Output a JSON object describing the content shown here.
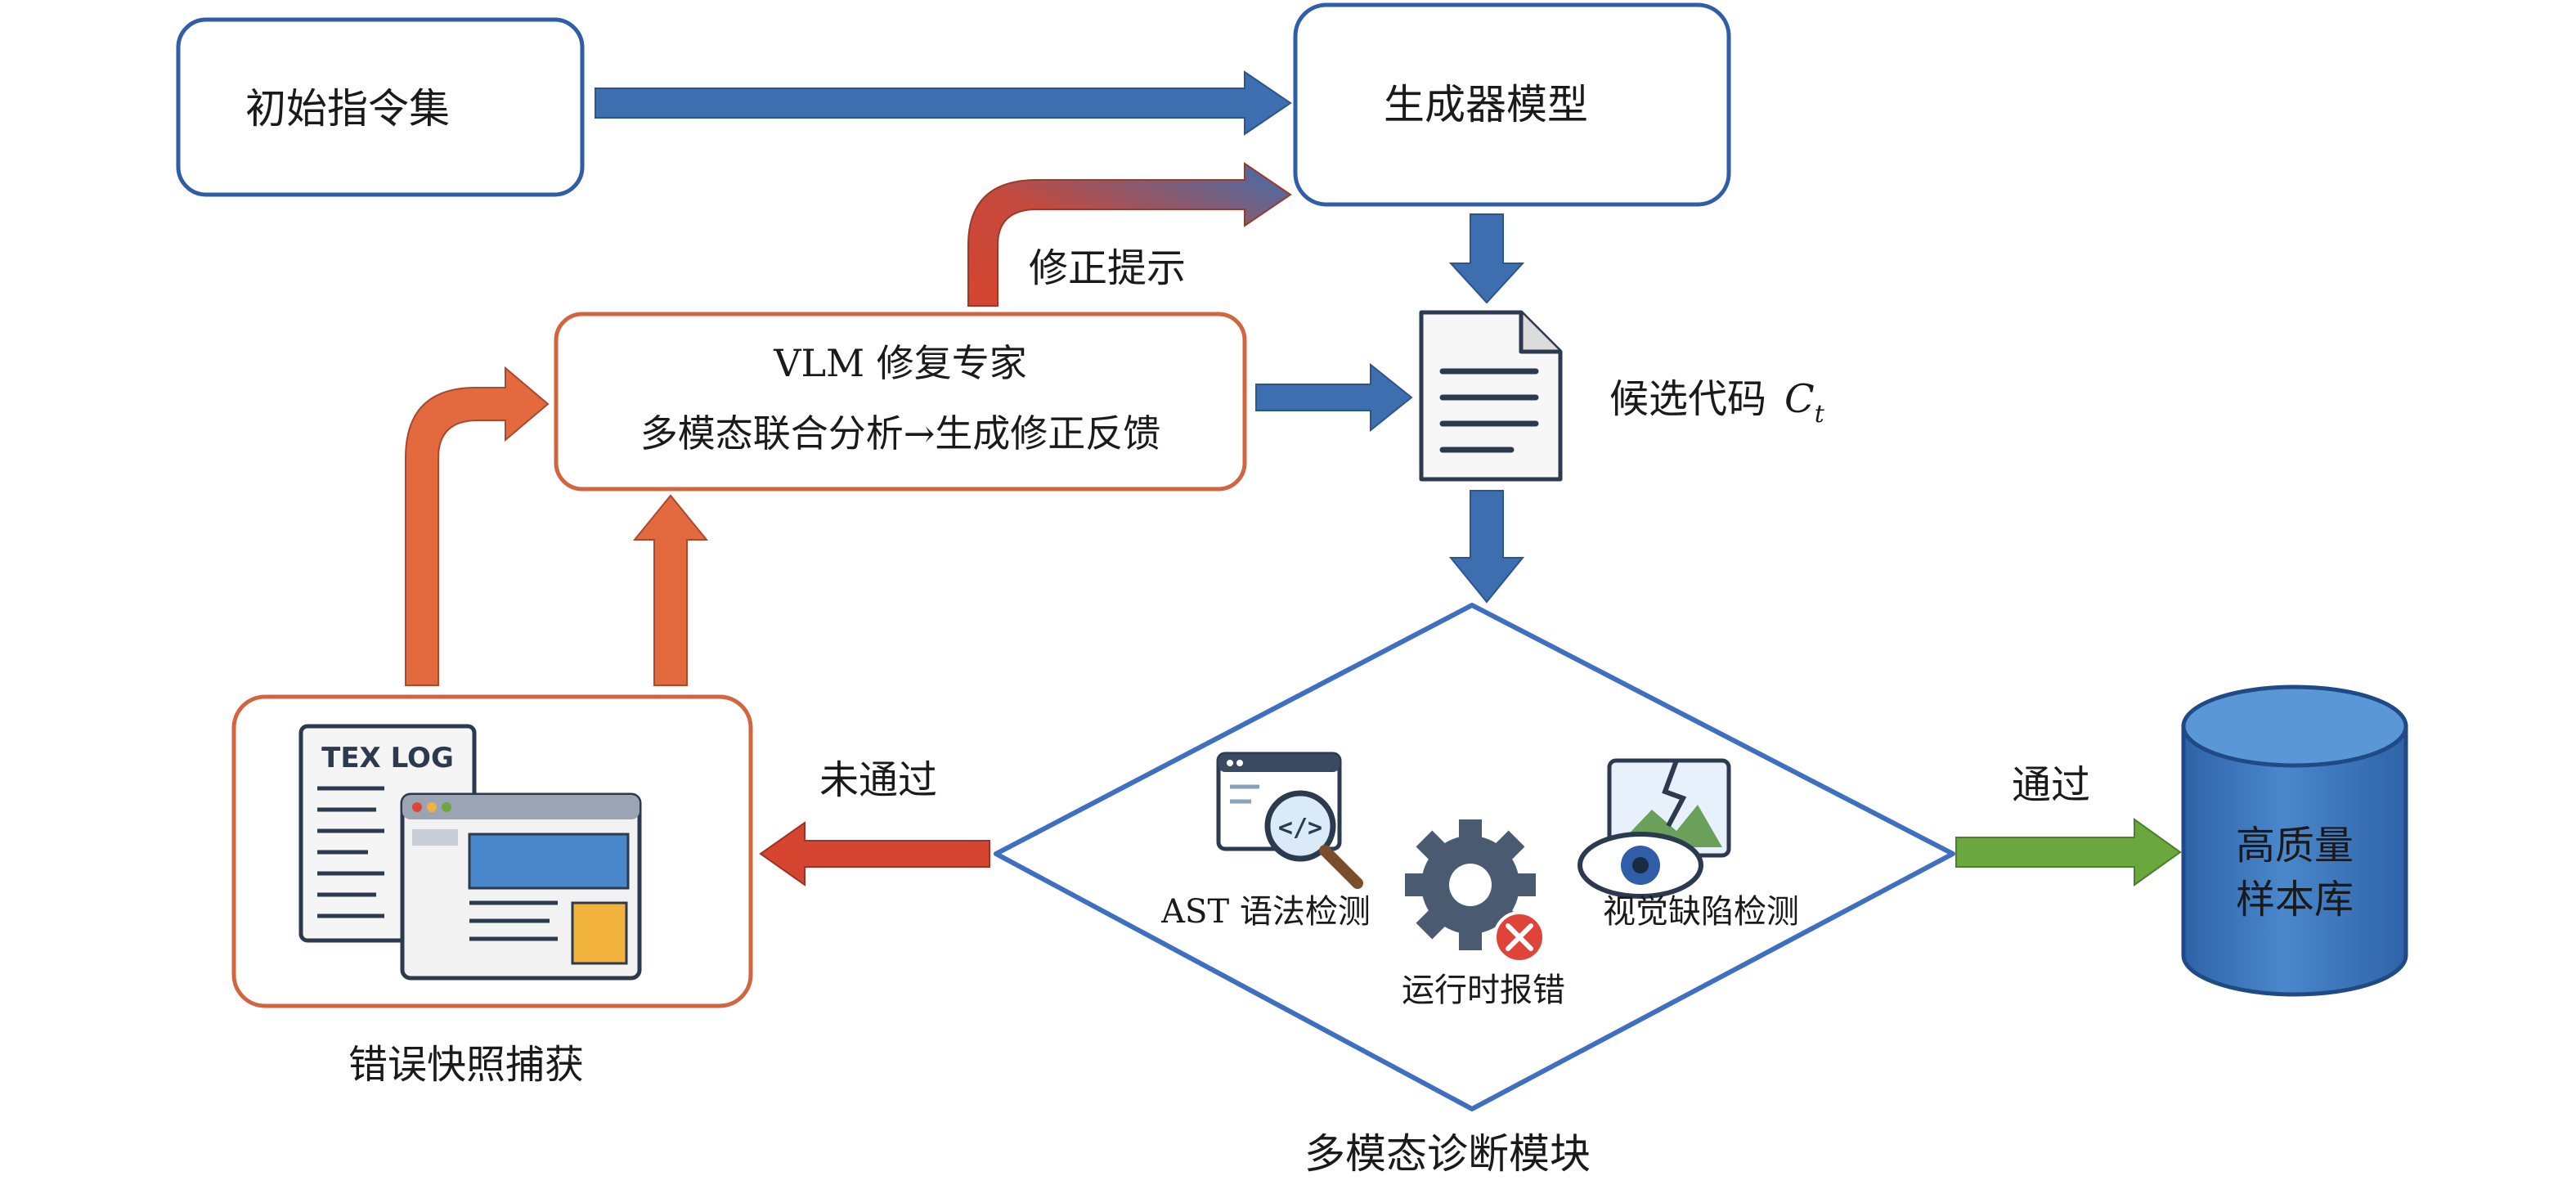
{
  "colors": {
    "blue_arrow": "#3d6fb0",
    "blue_box": "#2f5da8",
    "red_arrow": "#d5452f",
    "orange_arrow": "#e26a3e",
    "orange_box": "#d2653f",
    "green_arrow": "#6aa73c",
    "cylinder_fill": "#3f7cc2",
    "diamond_border": "#3f6fc1"
  },
  "nodes": {
    "initial": "初始指令集",
    "generator": "生成器模型",
    "vlm_line1": "VLM 修复专家",
    "vlm_line2": "多模态联合分析→生成修正反馈",
    "candidate_code": "候选代码",
    "candidate_symbol": "C",
    "candidate_subscript": "t",
    "diagnosis_title": "多模态诊断模块",
    "ast_check": "AST 语法检测",
    "runtime_error": "运行时报错",
    "visual_check": "视觉缺陷检测",
    "snapshot": "错误快照捕获",
    "tex_log": "TEX LOG",
    "library_line1": "高质量",
    "library_line2": "样本库"
  },
  "edges": {
    "fix_hint": "修正提示",
    "not_passed": "未通过",
    "passed": "通过"
  },
  "icons": [
    "document-icon",
    "code-search-icon",
    "gear-error-icon",
    "broken-image-eye-icon",
    "log-document-icon",
    "browser-window-icon",
    "database-cylinder-icon"
  ]
}
